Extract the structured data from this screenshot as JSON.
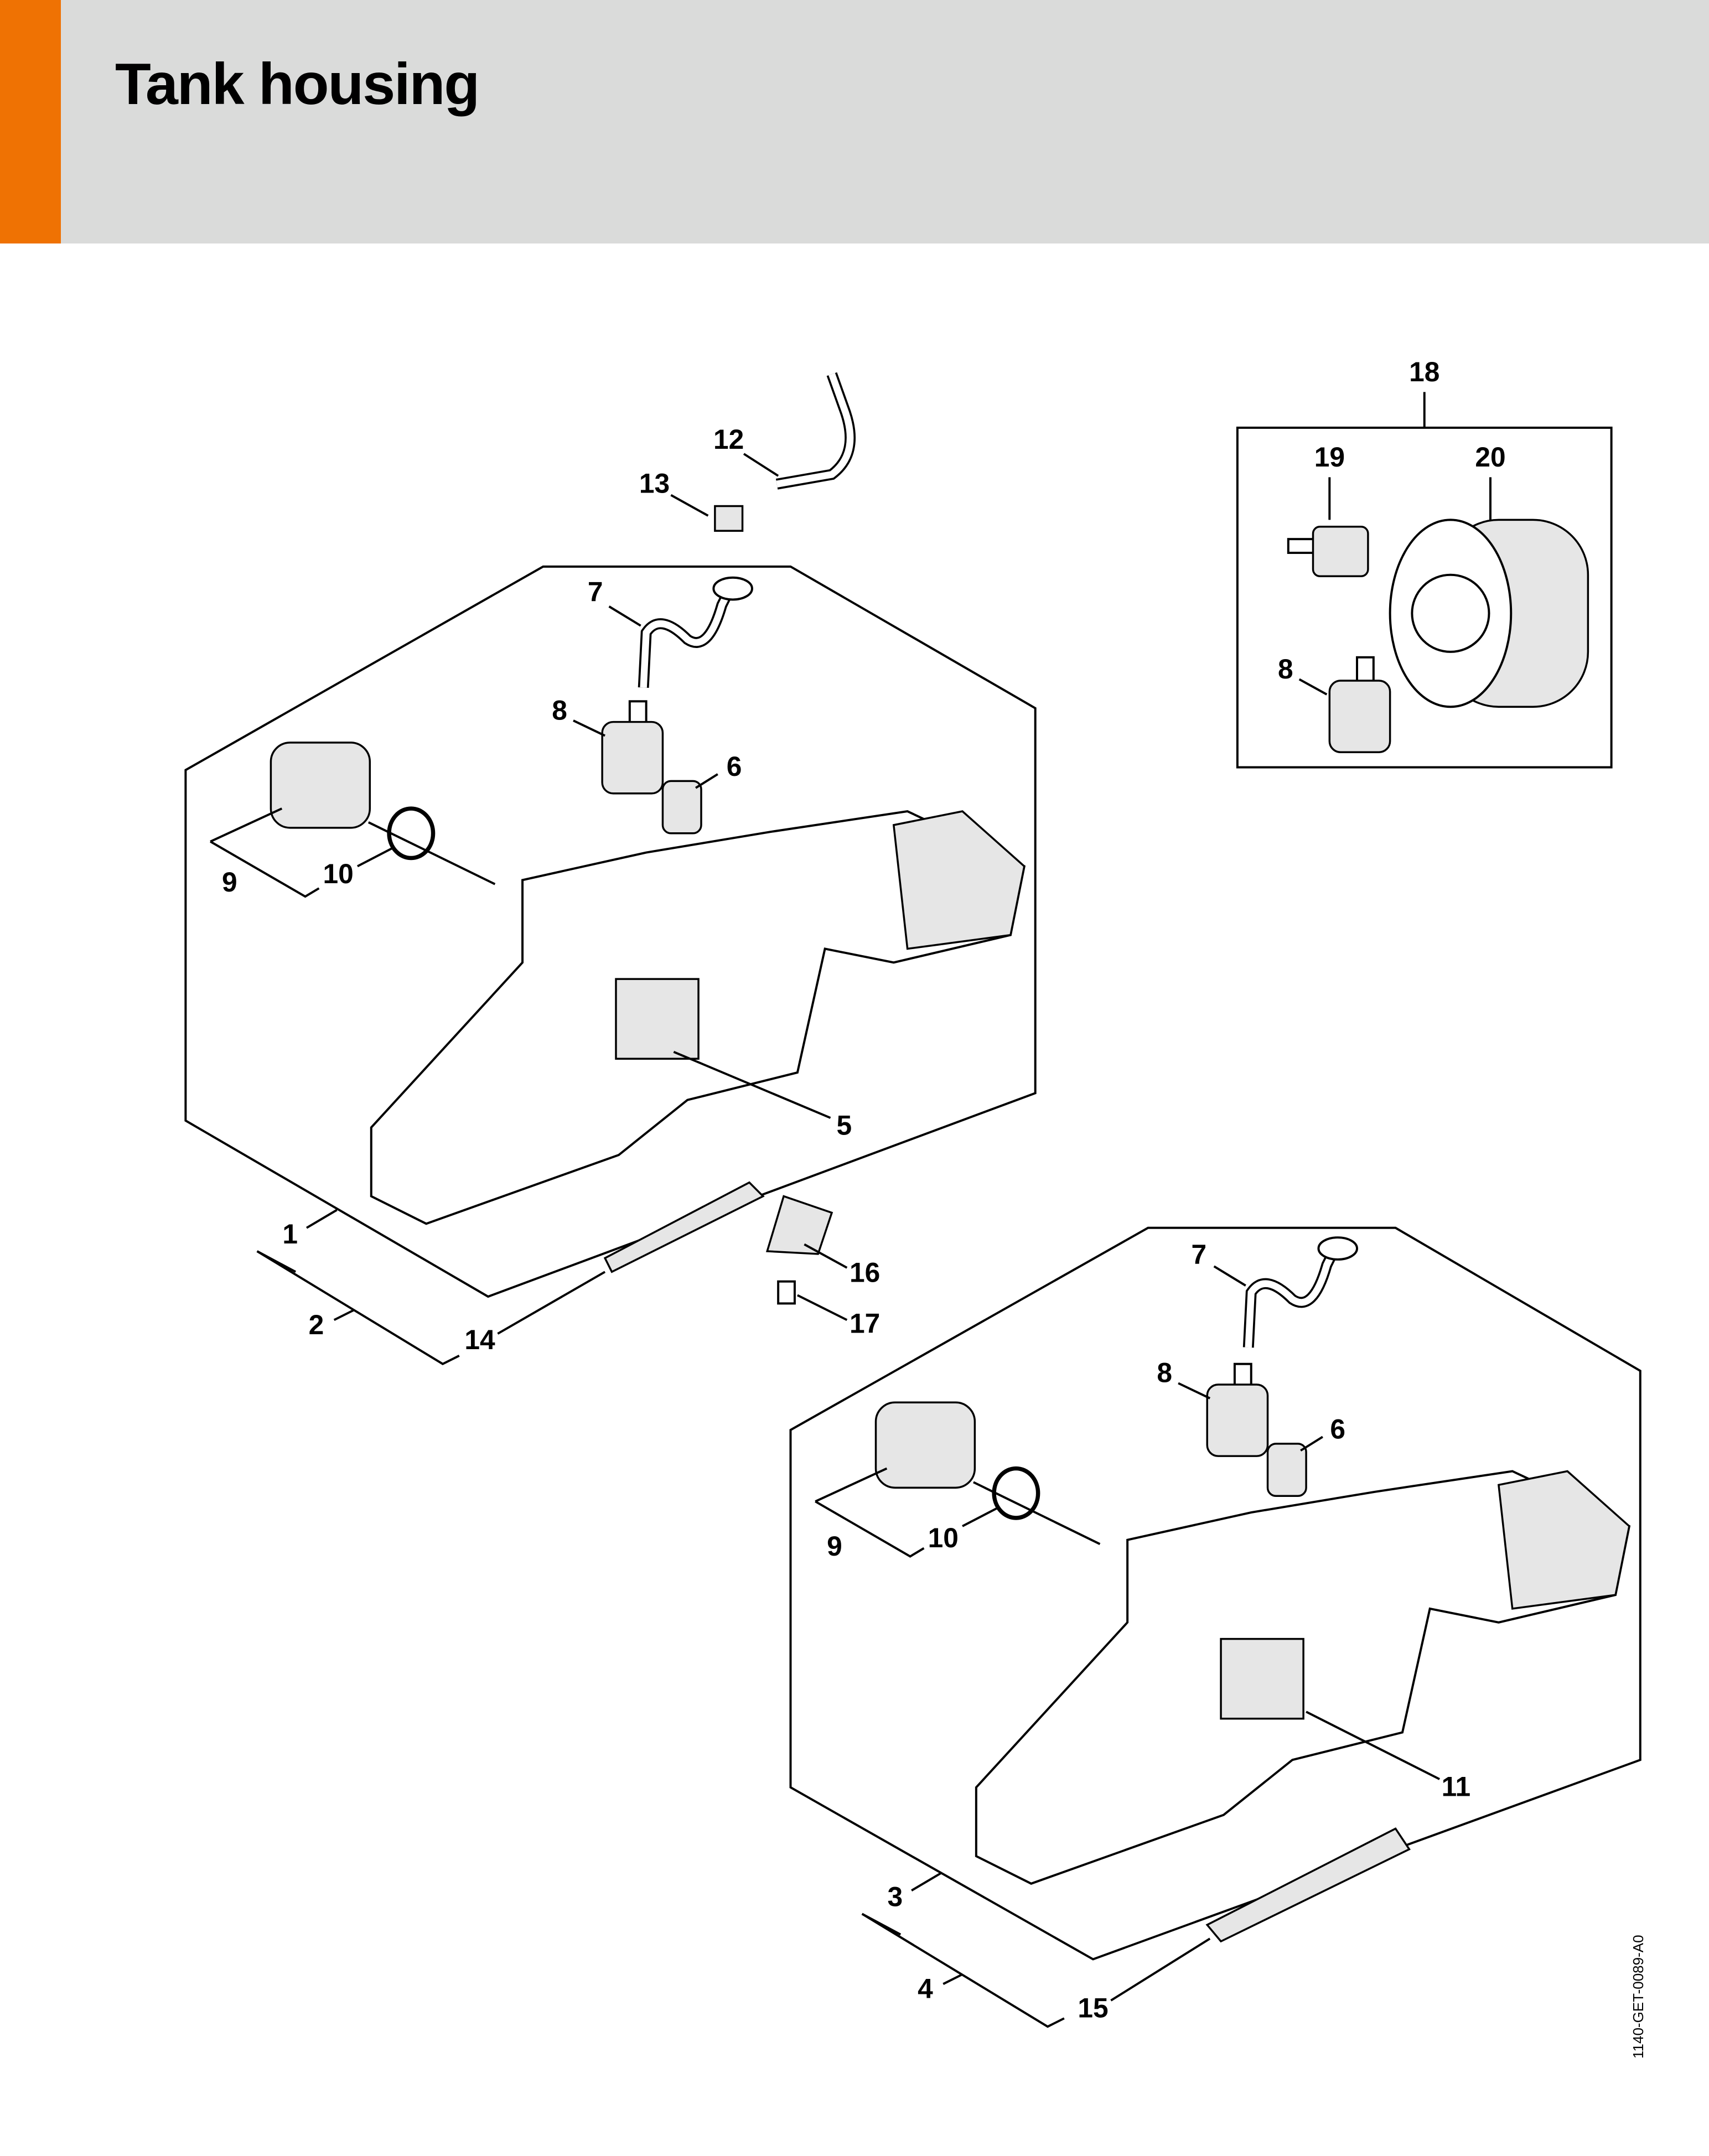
{
  "header": {
    "title": "Tank housing",
    "accent_color": "#ef7203",
    "background_color": "#dadbda"
  },
  "drawing_code": "1140-GET-0089-A0",
  "kit_box": {
    "label": "18",
    "items": [
      "19",
      "20",
      "8"
    ]
  },
  "upper_assembly": {
    "labels": [
      "12",
      "13",
      "7",
      "8",
      "6",
      "9",
      "10",
      "5",
      "1",
      "2",
      "14",
      "16",
      "17"
    ]
  },
  "lower_assembly": {
    "labels": [
      "7",
      "8",
      "6",
      "9",
      "10",
      "11",
      "3",
      "4",
      "15"
    ]
  }
}
